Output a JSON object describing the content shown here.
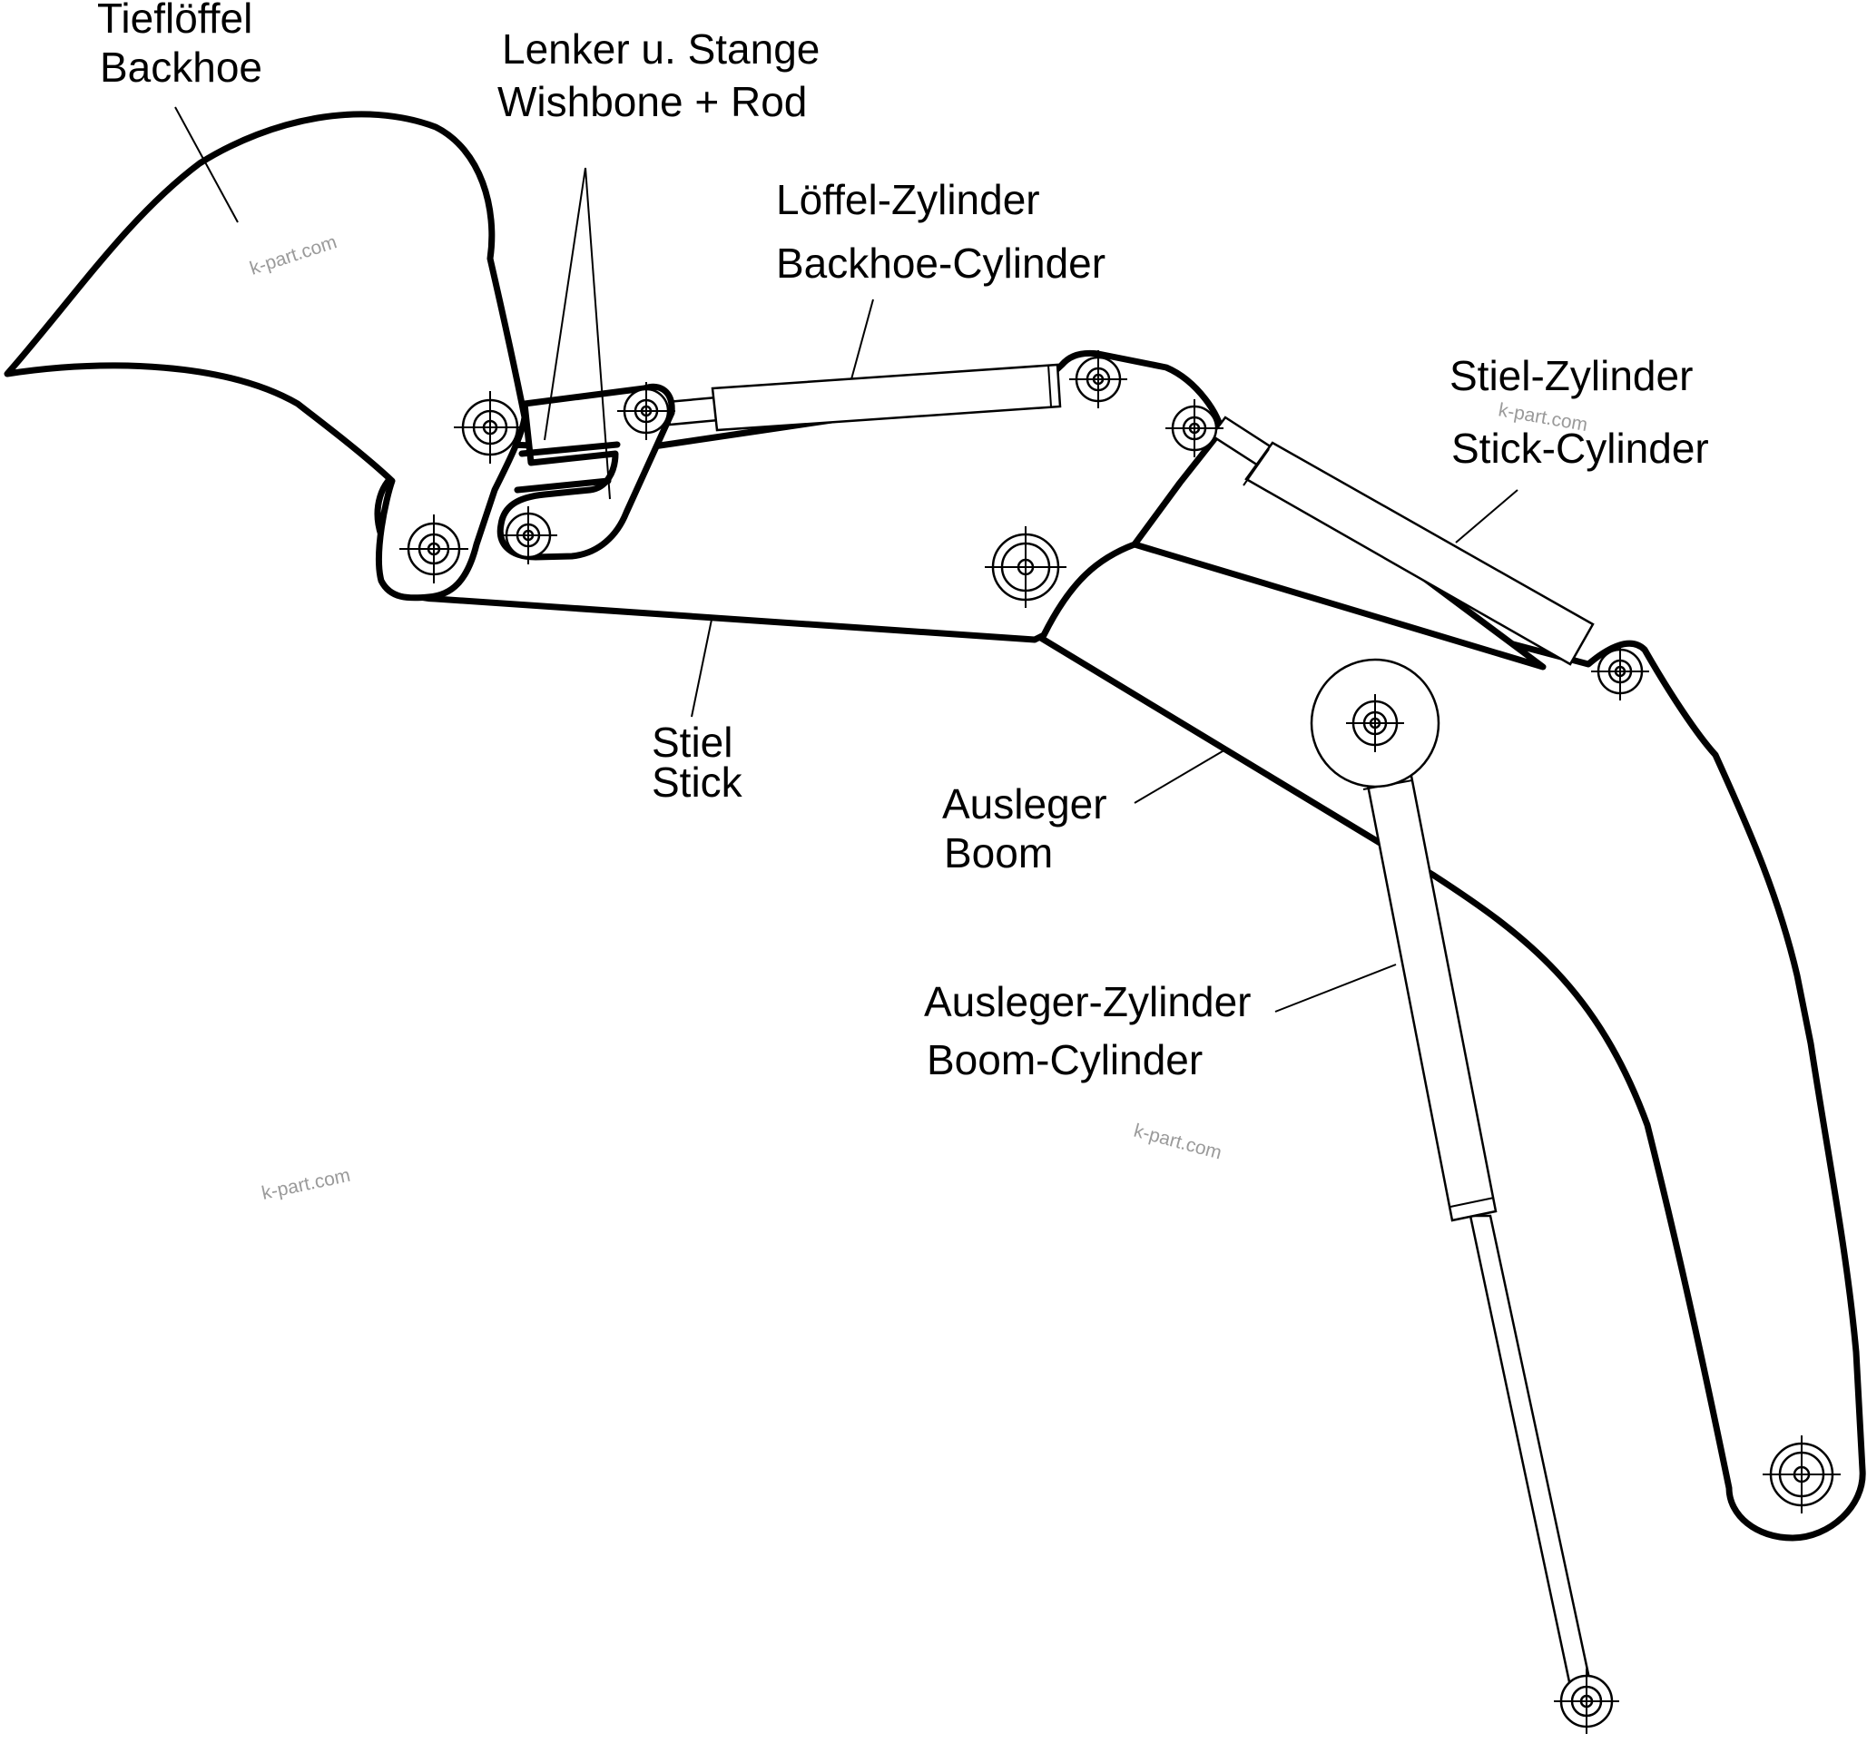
{
  "labels": {
    "backhoe_de": "Tieflöffel",
    "backhoe_en": "Backhoe",
    "wishbone_de": "Lenker u. Stange",
    "wishbone_en": "Wishbone + Rod",
    "backhoe_cyl_de": "Löffel-Zylinder",
    "backhoe_cyl_en": "Backhoe-Cylinder",
    "stick_cyl_de": "Stiel-Zylinder",
    "stick_cyl_en": "Stick-Cylinder",
    "stick_de": "Stiel",
    "stick_en": "Stick",
    "boom_de": "Ausleger",
    "boom_en": "Boom",
    "boom_cyl_de": "Ausleger-Zylinder",
    "boom_cyl_en": "Boom-Cylinder"
  },
  "watermark": "k-part.com",
  "colors": {
    "line": "#000000",
    "background": "#ffffff",
    "watermark": "#9a9a9a"
  }
}
